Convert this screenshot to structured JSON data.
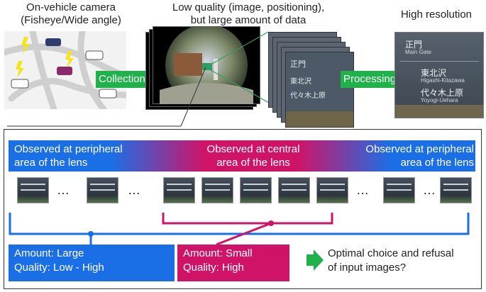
{
  "top": {
    "camera_label_line1": "On-vehicle camera",
    "camera_label_line2": "(Fisheye/Wide angle)",
    "data_label_line1": "Low quality (image, positioning),",
    "data_label_line2": "but large amount of data",
    "result_label": "High resolution",
    "collection_arrow": "Collection",
    "processing_arrow": "Processing"
  },
  "sign": {
    "title": "正門",
    "subtitle": "Main Gate",
    "dir1": "東北沢",
    "dir1_romaji": "Higashi-Kitazawa",
    "dir2": "代々木上原",
    "dir2_romaji": "Yoyogi-Uehara"
  },
  "lens": {
    "peripheral_left_line1": "Observed at peripheral",
    "peripheral_left_line2": "area of the lens",
    "central_line1": "Observed at central",
    "central_line2": "area of the lens",
    "peripheral_right_line1": "Observed at peripheral",
    "peripheral_right_line2": "area of the lens",
    "ellipsis": "…"
  },
  "summary": {
    "peripheral_amount": "Amount: Large",
    "peripheral_quality": "Quality: Low - High",
    "central_amount": "Amount: Small",
    "central_quality": "Quality: High",
    "question_line1": "Optimal choice and refusal",
    "question_line2": "of input images?"
  },
  "colors": {
    "blue": "#1a6fe6",
    "magenta": "#cf1468",
    "green": "#1fb14a"
  }
}
